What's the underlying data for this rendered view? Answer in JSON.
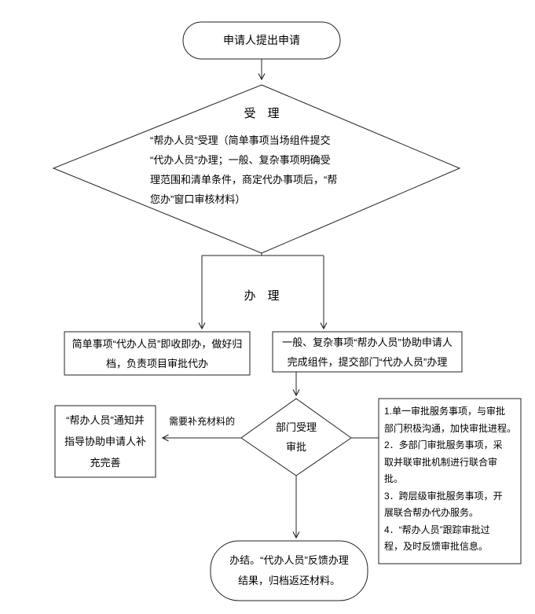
{
  "colors": {
    "line": "#222222",
    "text": "#000000",
    "background": "#ffffff"
  },
  "flowchart": {
    "start": {
      "label": "申请人提出申请"
    },
    "accept_diamond": {
      "title": "受　理",
      "lines": [
        "“帮办人员”受理（简单事项当场组件提交",
        "“代办人员”办理；一般、复杂事项明确受",
        "理范围和清单条件，商定代办事项后，“帮",
        "您办”窗口审核材料）"
      ]
    },
    "handle_label": "办　理",
    "simple_box": {
      "lines": [
        "简单事项“代办人员”即收即办，做好归",
        "档，负责项目审批代办"
      ]
    },
    "complex_box": {
      "lines": [
        "一般、复杂事项“帮办人员”协助申请人",
        "完成组件，提交部门“代办人员”办理"
      ]
    },
    "supplement_box": {
      "lines": [
        "“帮办人员”通知并",
        "指导协助申请人补",
        "充完善"
      ]
    },
    "supplement_arrow_label": "需要补充材料的",
    "review_diamond": {
      "lines": [
        "部门受理",
        "审批"
      ]
    },
    "notes_box": {
      "lines": [
        "1.单一审批服务事项，与审批",
        "部门积极沟通，加快审批进程。",
        "2．多部门审批服务事项，采",
        "取并联审批机制进行联合审",
        "批。",
        "3．跨层级审批服务事项，开",
        "展联合帮办代办服务。",
        "4．“帮办人员”跟踪审批过",
        "程，及时反馈审批信息。"
      ]
    },
    "end": {
      "lines": [
        "办结。“代办人员”反馈办理",
        "结果，归档返还材料。"
      ]
    }
  }
}
